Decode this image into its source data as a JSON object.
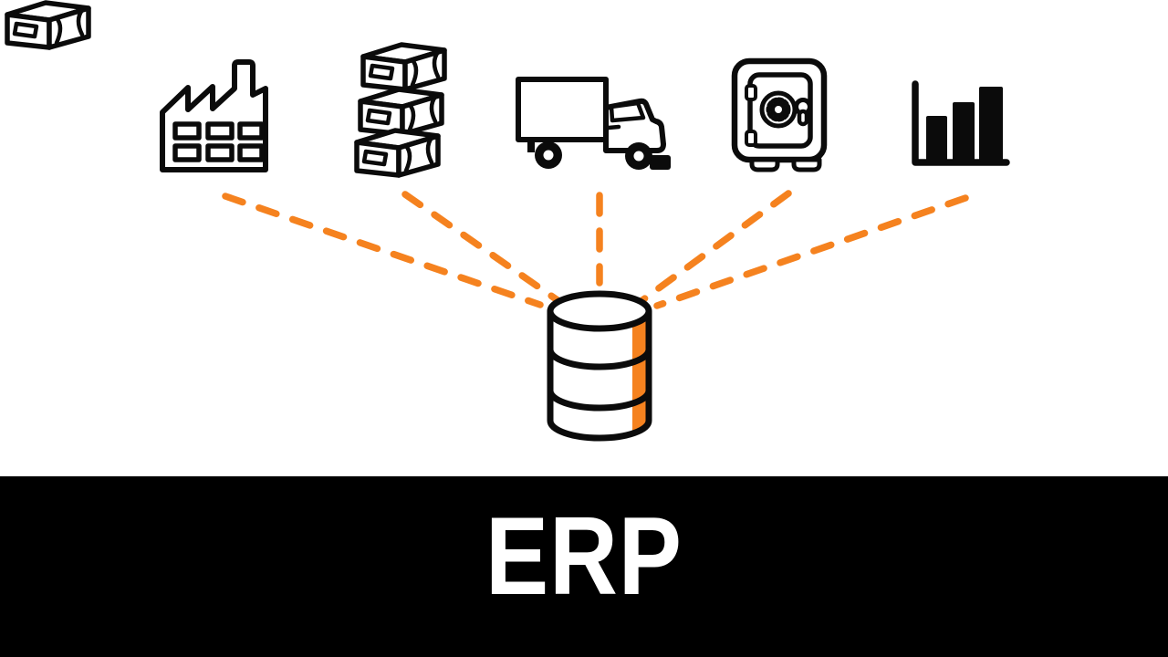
{
  "banner": {
    "label": "ERP"
  },
  "colors": {
    "accent_orange": "#F5821F",
    "ink_black": "#0B0B0B",
    "band_black": "#000000",
    "background_white": "#FFFFFF",
    "text_white": "#FFFFFF"
  },
  "diagram": {
    "center_node": {
      "icon": "database-icon",
      "accent_stripe_color": "#F5821F"
    },
    "source_icons": [
      {
        "icon": "factory-icon"
      },
      {
        "icon": "stacked-boxes-icon"
      },
      {
        "icon": "delivery-truck-icon"
      },
      {
        "icon": "safe-icon"
      },
      {
        "icon": "bar-chart-icon"
      }
    ],
    "connector_style": "orange-dashed",
    "connector_count": 5
  }
}
